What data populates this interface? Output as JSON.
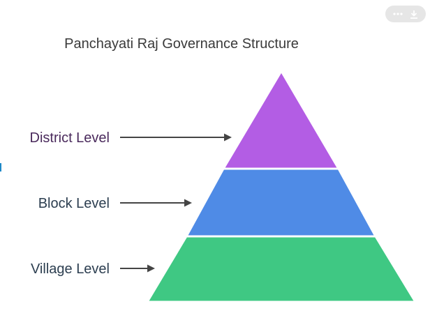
{
  "diagram": {
    "title": "Panchayati Raj Governance Structure",
    "levels": [
      {
        "label": "District Level",
        "color": "#b35de4",
        "label_color": "#4a2a5c"
      },
      {
        "label": "Block Level",
        "color": "#4f8be6",
        "label_color": "#2c3e50"
      },
      {
        "label": "Village Level",
        "color": "#3fc883",
        "label_color": "#2c3e50"
      }
    ],
    "arrow_color": "#444444",
    "title_color": "#3a3a3a"
  },
  "toolbar": {
    "more_icon": "ellipsis-icon",
    "download_icon": "download-icon",
    "bg_color": "#e6e6e6"
  }
}
